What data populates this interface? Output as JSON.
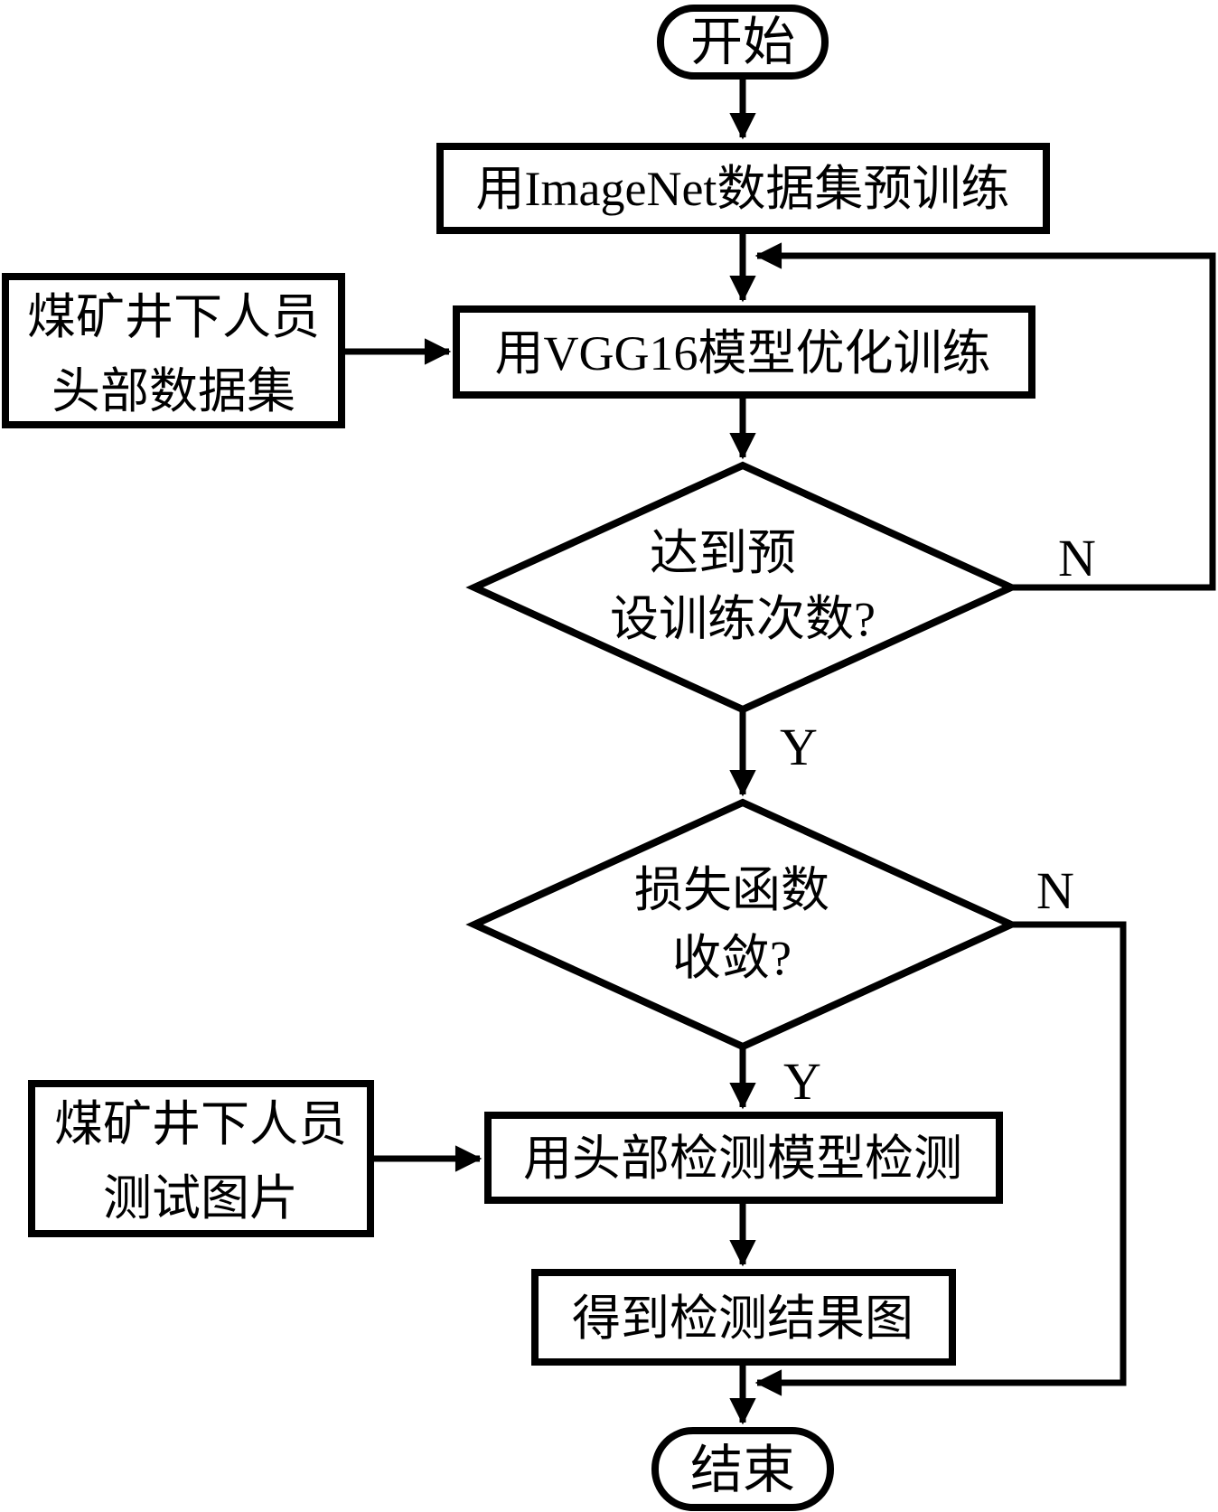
{
  "flowchart": {
    "nodes": {
      "start": {
        "label": "开始"
      },
      "pretrain": {
        "label": "用ImageNet数据集预训练"
      },
      "head_dataset": {
        "line1": "煤矿井下人员",
        "line2": "头部数据集"
      },
      "train": {
        "label": "用VGG16模型优化训练"
      },
      "decision_epochs": {
        "line1": "达到预",
        "line2": "设训练次数?"
      },
      "decision_loss": {
        "line1": "损失函数",
        "line2": "收敛?"
      },
      "test_images": {
        "line1": "煤矿井下人员",
        "line2": "测试图片"
      },
      "detect": {
        "label": "用头部检测模型检测"
      },
      "result": {
        "label": "得到检测结果图"
      },
      "end": {
        "label": "结束"
      }
    },
    "edge_labels": {
      "no1": "N",
      "yes1": "Y",
      "no2": "N",
      "yes2": "Y"
    },
    "colors": {
      "stroke": "#000000",
      "background": "#ffffff"
    }
  }
}
